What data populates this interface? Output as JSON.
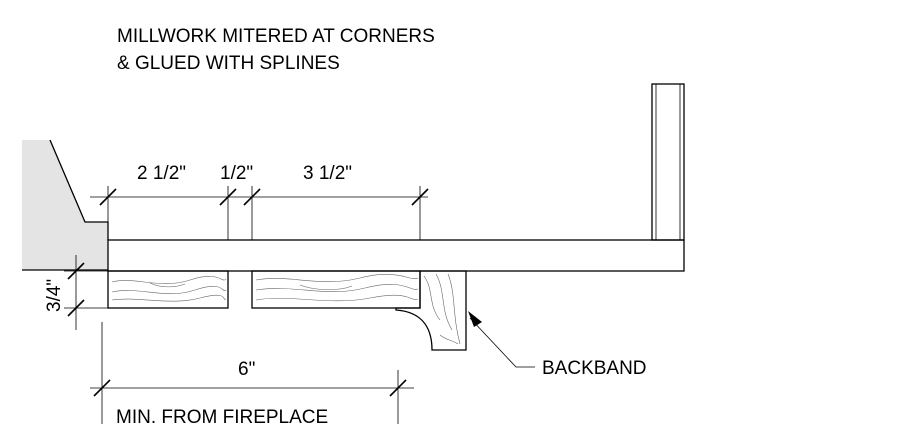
{
  "notes": {
    "line1": "MILLWORK MITERED AT CORNERS",
    "line2": "& GLUED WITH SPLINES"
  },
  "dimensions": {
    "top_1": "2 1/2\"",
    "top_2": "1/2\"",
    "top_3": "3 1/2\"",
    "side": "3/4\"",
    "bottom": "6\""
  },
  "labels": {
    "backband": "BACKBAND",
    "min_from_fireplace": "MIN. FROM FIREPLACE"
  }
}
